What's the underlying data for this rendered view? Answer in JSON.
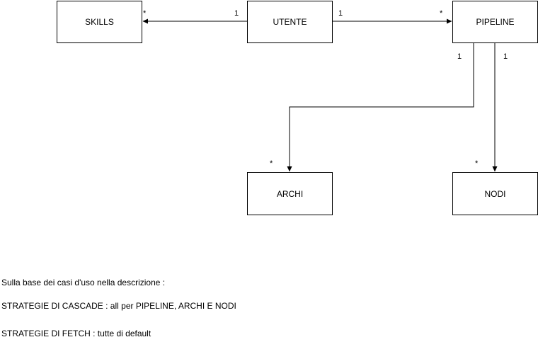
{
  "entities": {
    "skills": "SKILLS",
    "utente": "UTENTE",
    "pipeline": "PIPELINE",
    "archi": "ARCHI",
    "nodi": "NODI"
  },
  "multiplicities": {
    "utente_skills_source": "1",
    "utente_skills_target": "*",
    "utente_pipeline_source": "1",
    "utente_pipeline_target": "*",
    "pipeline_archi_source": "1",
    "pipeline_archi_target": "*",
    "pipeline_nodi_source": "1",
    "pipeline_nodi_target": "*"
  },
  "notes": {
    "intro": "Sulla base dei casi d'uso nella descrizione :",
    "cascade": "STRATEGIE DI CASCADE :  all per PIPELINE, ARCHI E NODI",
    "fetch": "STRATEGIE DI FETCH :  tutte di default"
  }
}
